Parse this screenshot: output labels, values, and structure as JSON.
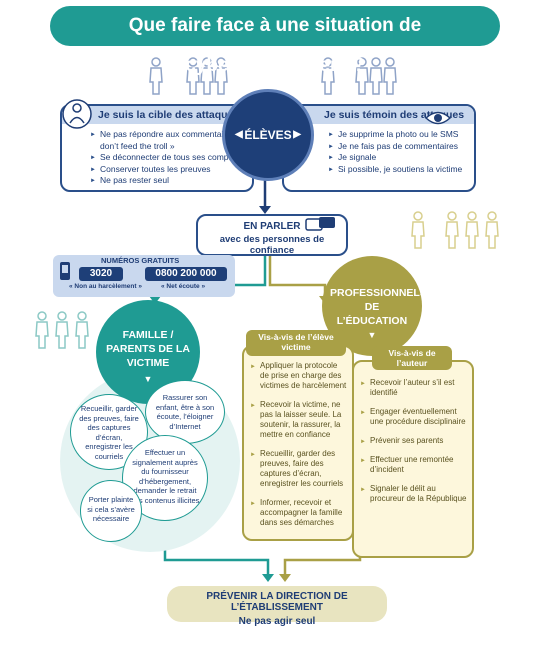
{
  "title": "Que faire face à une situation de cyberharcèlement ?",
  "center": "ÉLÈVES",
  "left_panel": {
    "header": "Je suis la cible des attaques",
    "items": [
      "Ne pas répondre aux commentaires « don’t feed the troll »",
      "Se déconnecter de tous ses comptes",
      "Conserver toutes les preuves",
      "Ne pas rester seul"
    ]
  },
  "right_panel": {
    "header": "Je suis témoin des attaques",
    "items": [
      "Je supprime la photo ou le SMS",
      "Je ne fais pas de commentaires",
      "Je signale",
      "Si possible, je soutiens la victime"
    ]
  },
  "talk": {
    "line1": "EN PARLER",
    "line2": "avec des personnes de confiance"
  },
  "numbers": {
    "title": "NUMÉROS GRATUITS",
    "n1": "3020",
    "n1_label": "« Non au harcèlement »",
    "n2": "0800 200 000",
    "n2_label": "« Net écoute »"
  },
  "family": {
    "title": "FAMILLE / PARENTS DE LA VICTIME",
    "bubbles": [
      "Recueillir, garder des preuves, faire des captures d’écran, enregistrer les courriels",
      "Rassurer son enfant, être à son écoute, l’éloigner d’Internet",
      "Effectuer un signalement auprès du fournisseur d’hébergement, demander le retrait des contenus illicites",
      "Porter plainte si cela s’avère nécessaire"
    ]
  },
  "professionals": {
    "title": "PROFESSIONNELS DE L’ÉDUCATION",
    "victim_tab": "Vis-à-vis de l’élève victime",
    "victim_items": [
      "Appliquer la protocole de prise en charge des victimes de harcèlement",
      "Recevoir la victime, ne pas la laisser seule. La soutenir, la rassurer, la mettre en confiance",
      "Recueillir, garder des preuves, faire des captures d’écran, enregistrer les courriels",
      "Informer, recevoir et accompagner la famille dans ses démarches"
    ],
    "author_tab": "Vis-à-vis de l’auteur",
    "author_items": [
      "Recevoir l’auteur s’il est identifié",
      "Engager éventuellement une procédure disciplinaire",
      "Prévenir ses parents",
      "Effectuer une remontée d’incident",
      "Signaler le délit au procureur de la République"
    ]
  },
  "bottom": {
    "line1": "PRÉVENIR LA DIRECTION DE L’ÉTABLISSEMENT",
    "line2": "Ne pas agir seul"
  },
  "colors": {
    "teal": "#1f9b93",
    "navy": "#1e3f78",
    "olive": "#a9a046",
    "panel_header": "#c9d8ee"
  }
}
